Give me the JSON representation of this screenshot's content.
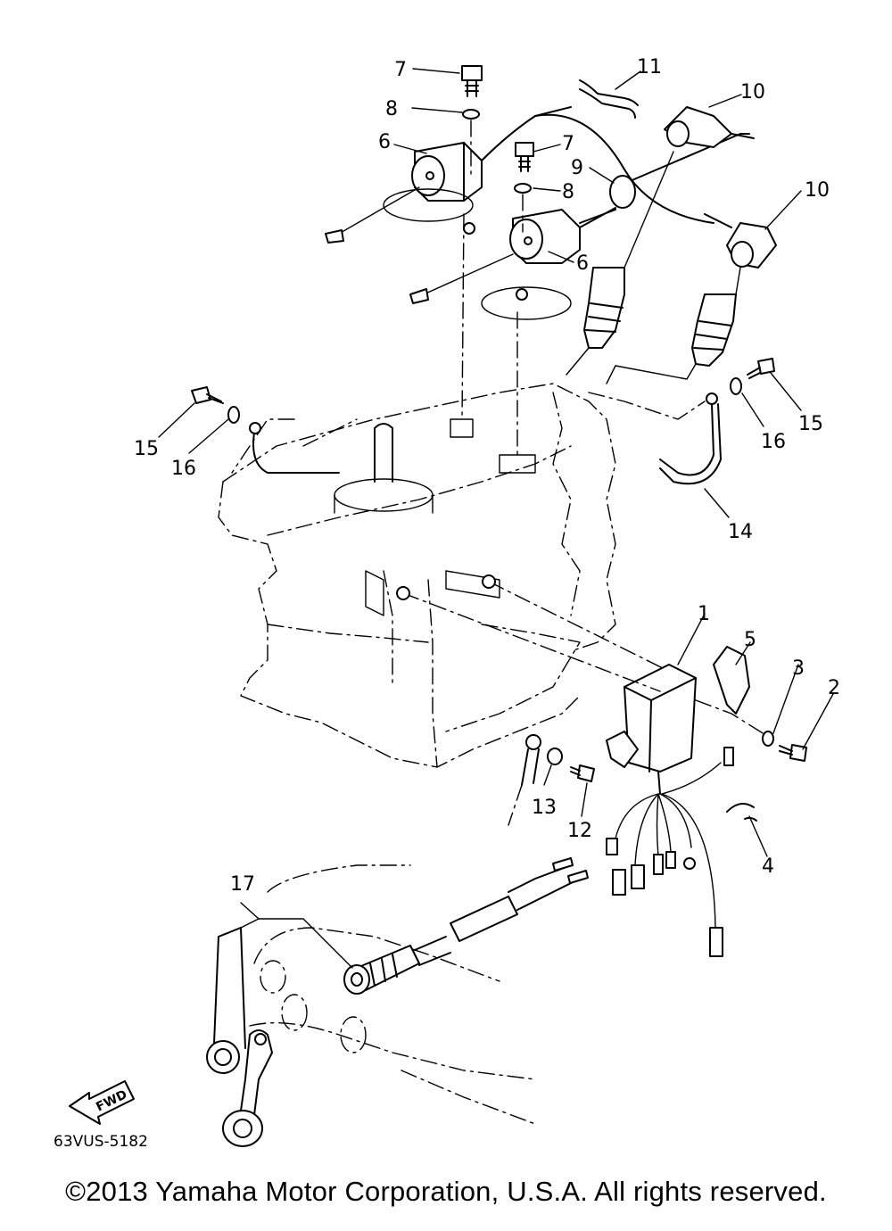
{
  "diagram": {
    "callouts": [
      "7",
      "8",
      "6",
      "11",
      "10",
      "7",
      "9",
      "8",
      "6",
      "10",
      "15",
      "16",
      "15",
      "16",
      "14",
      "1",
      "5",
      "3",
      "2",
      "13",
      "12",
      "4",
      "17"
    ],
    "part_code": "63VUS-5182",
    "direction_marker": "FWD"
  },
  "footer": {
    "copyright": "©2013 Yamaha Motor Corporation, U.S.A. All rights reserved."
  }
}
